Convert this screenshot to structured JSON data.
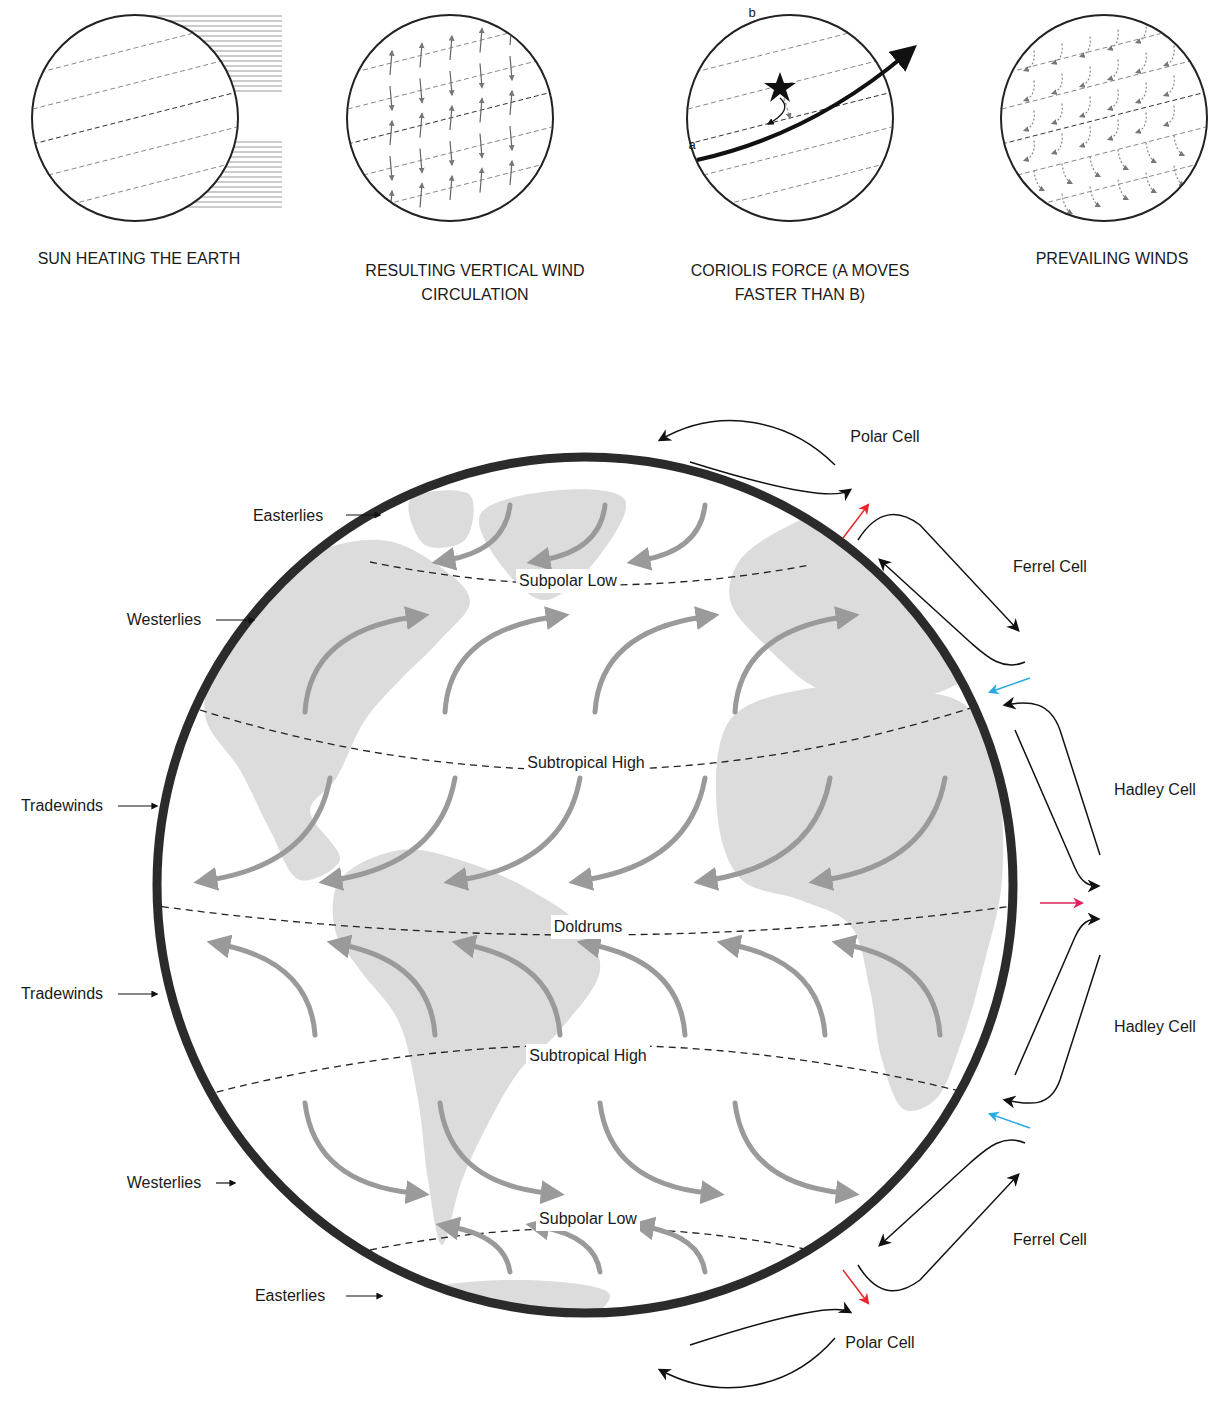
{
  "diagram": {
    "labels": [
      "SUN HEATING THE EARTH",
      "RESULTING VERTICAL WIND CIRCULATION",
      "CORIOLIS FORCE (A MOVES FASTER THAN B)",
      "PREVAILING WINDS",
      "b",
      "a",
      "Polar Cell",
      "Easterlies",
      "Subpolar Low",
      "Ferrel Cell",
      "Westerlies",
      "Subtropical High",
      "Hadley Cell",
      "Tradewinds",
      "Doldrums",
      "Tradewinds",
      "Hadley Cell",
      "Subtropical High",
      "Westerlies",
      "Subpolar Low",
      "Ferrel Cell",
      "Easterlies",
      "Polar Cell"
    ]
  }
}
